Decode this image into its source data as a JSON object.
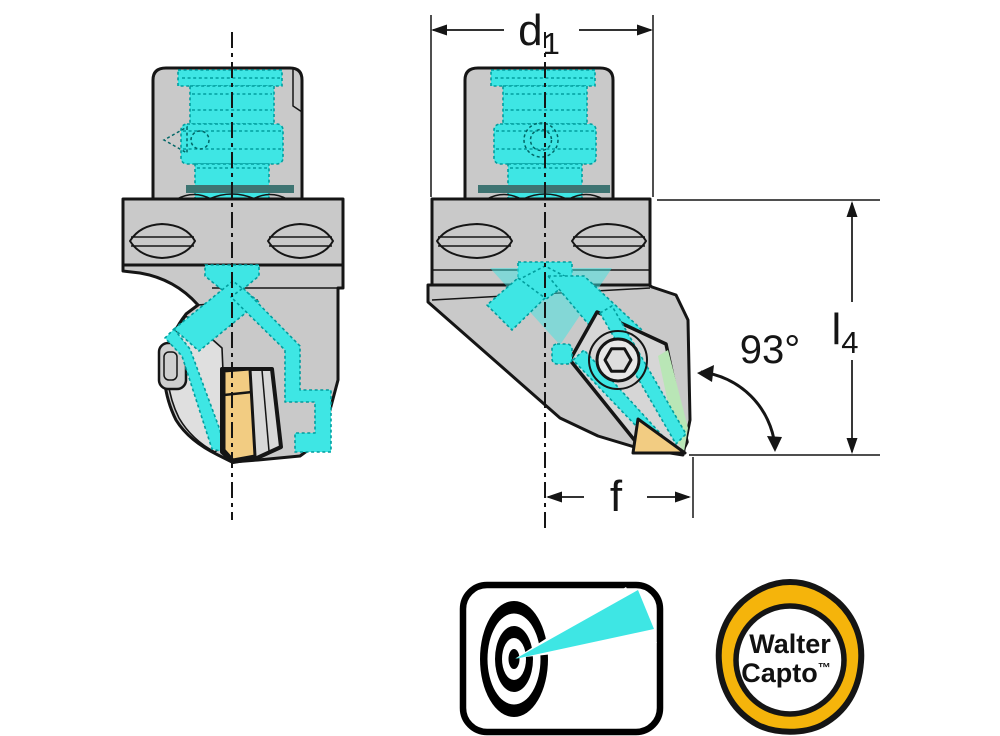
{
  "drawing": {
    "description": "Walter Capto turning toolholder, two orthographic views with coolant channels highlighted",
    "views": [
      {
        "name": "side-view"
      },
      {
        "name": "front-view"
      }
    ]
  },
  "dimensions": {
    "d1": {
      "main": "d",
      "sub": "1"
    },
    "l4": {
      "main": "l",
      "sub": "4"
    },
    "f": {
      "label": "f"
    },
    "angle": {
      "label": "93°"
    }
  },
  "logos": {
    "precision_icon": {
      "name": "precision-coolant-target-icon"
    },
    "walter_capto": {
      "line1": "Walter",
      "line2": "Capto",
      "tm": "™"
    }
  },
  "colors": {
    "body-gray": "#c9c9c9",
    "light-gray": "#dfdfdf",
    "outline": "#151515",
    "coolant-cyan": "#3ee6e4",
    "cyan-dark": "#009e9e",
    "insert-yellow": "#f2cc82",
    "logo-gold": "#f5b40b",
    "green-facet": "#b9e6b6",
    "dark-band": "#3e7472"
  }
}
